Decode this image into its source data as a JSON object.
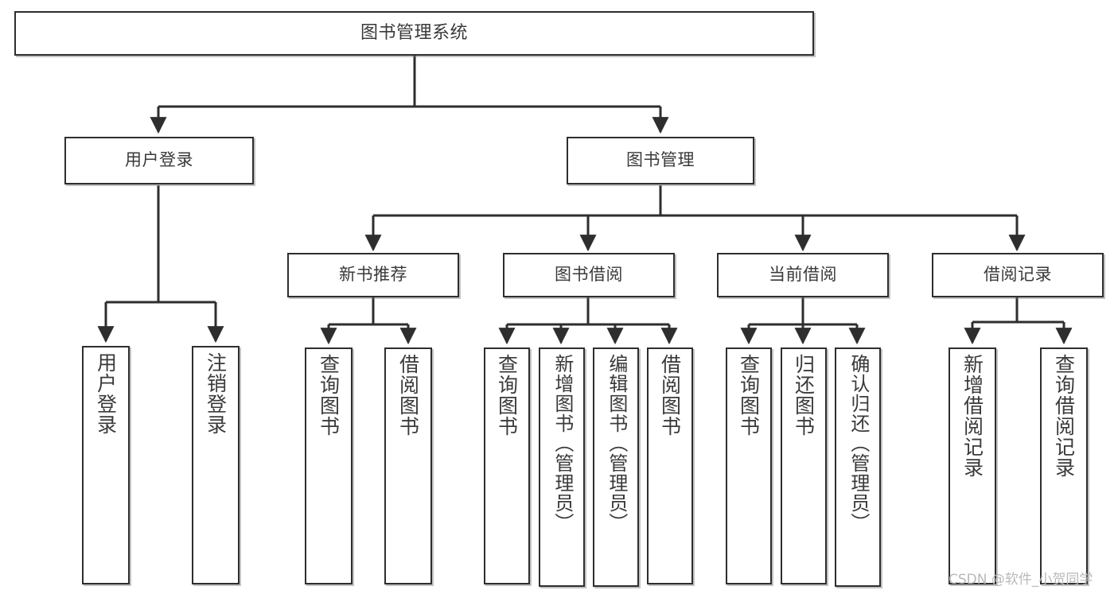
{
  "diagram": {
    "type": "tree",
    "title": "图书管理系统",
    "orientation": "top-down",
    "colors": {
      "background": "#ffffff",
      "node_fill": "#ffffff",
      "node_border": "#2e2e2e",
      "edge": "#2e2e2e",
      "text": "#3a3a3a",
      "watermark": "#b9b9b9"
    }
  },
  "root": {
    "label": "图书管理系统"
  },
  "level1": [
    {
      "label": "用户登录"
    },
    {
      "label": "图书管理"
    }
  ],
  "level2": [
    {
      "label": "新书推荐"
    },
    {
      "label": "图书借阅"
    },
    {
      "label": "当前借阅"
    },
    {
      "label": "借阅记录"
    }
  ],
  "leaves": {
    "user_login": [
      {
        "label": "用户登录"
      },
      {
        "label": "注销登录"
      }
    ],
    "new_book_recommend": [
      {
        "label": "查询图书"
      },
      {
        "label": "借阅图书"
      }
    ],
    "book_borrow": [
      {
        "label": "查询图书"
      },
      {
        "label": "新增图书（管理员）"
      },
      {
        "label": "编辑图书（管理员）"
      },
      {
        "label": "借阅图书"
      }
    ],
    "current_borrow": [
      {
        "label": "查询图书"
      },
      {
        "label": "归还图书"
      },
      {
        "label": "确认归还（管理员）"
      }
    ],
    "borrow_record": [
      {
        "label": "新增借阅记录"
      },
      {
        "label": "查询借阅记录"
      }
    ]
  },
  "watermark": {
    "text": "CSDN @软件_小贺同学"
  }
}
